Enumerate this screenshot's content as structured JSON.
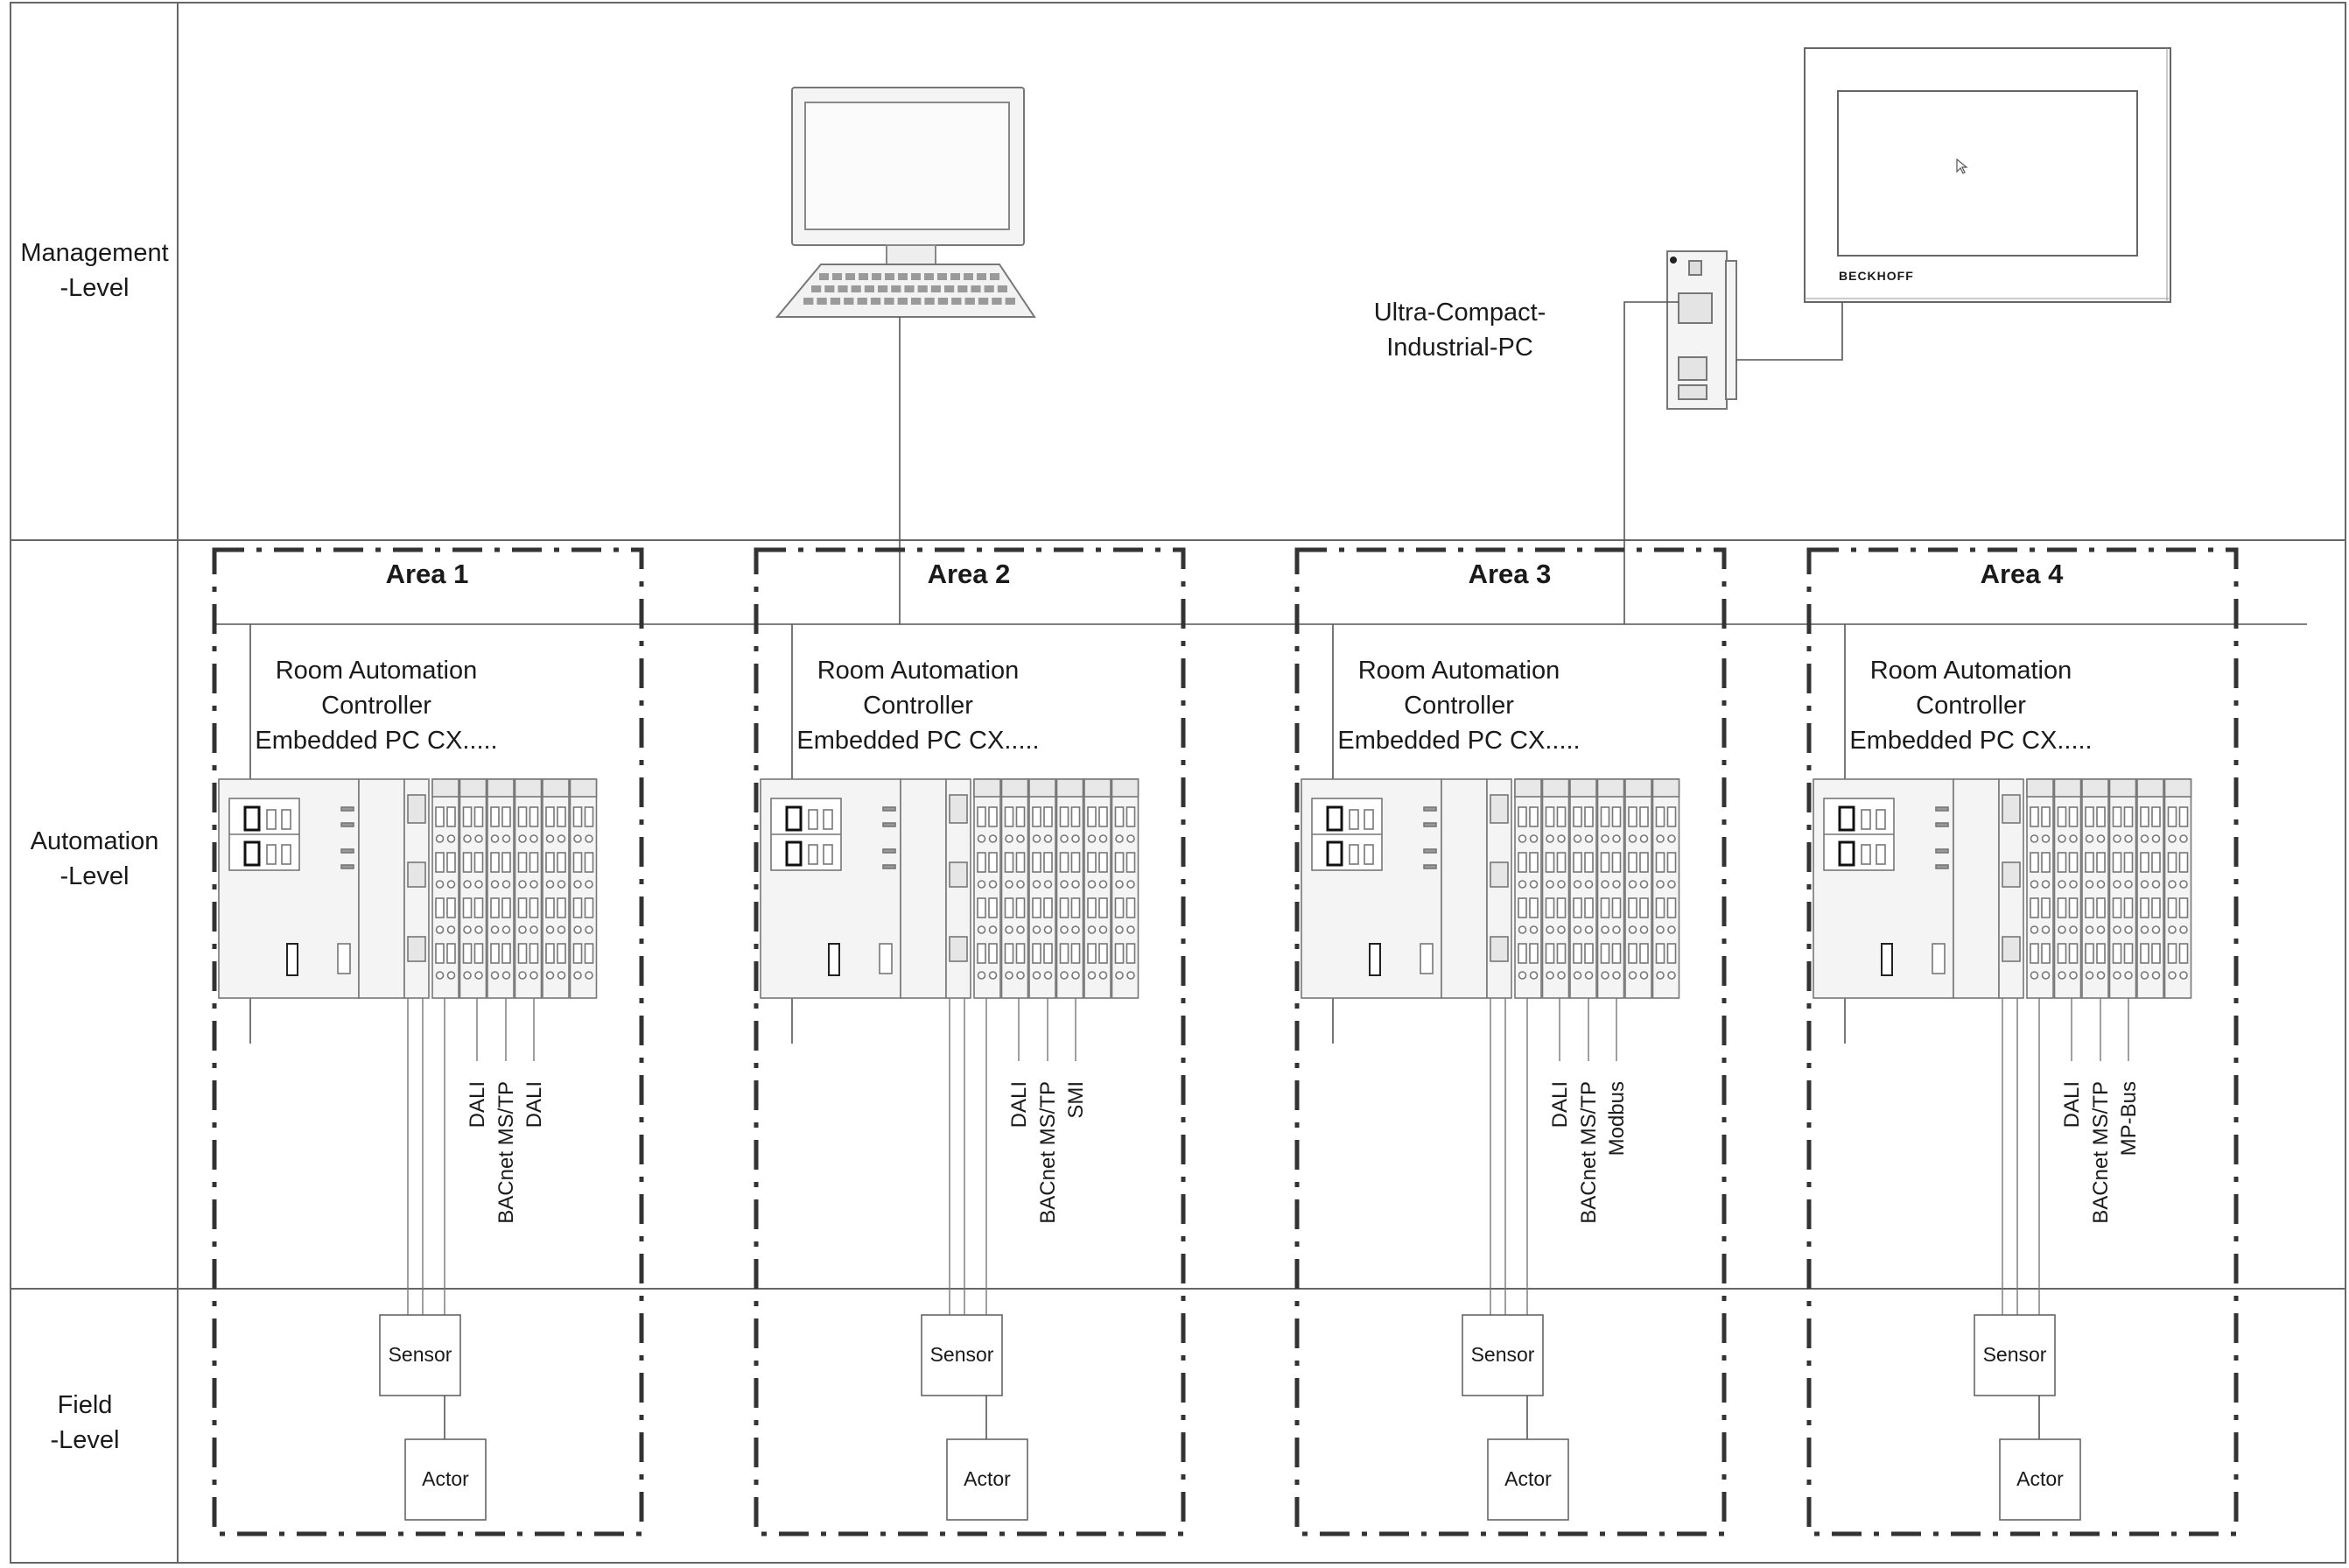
{
  "levels": [
    {
      "line1": "Management",
      "line2": "-Level"
    },
    {
      "line1": "Automation",
      "line2": "-Level"
    },
    {
      "line1": "Field",
      "line2": "-Level"
    }
  ],
  "upc_label": {
    "line1": "Ultra-Compact-",
    "line2": "Industrial-PC"
  },
  "panel_brand": "BECKHOFF",
  "controller_label": {
    "line1": "Room Automation",
    "line2": "Controller",
    "line3": "Embedded PC CX....."
  },
  "areas": [
    {
      "title": "Area 1",
      "buses": [
        "DALI",
        "BACnet MS/TP",
        "DALI"
      ],
      "sensor": "Sensor",
      "actor": "Actor"
    },
    {
      "title": "Area 2",
      "buses": [
        "DALI",
        "BACnet MS/TP",
        "SMI"
      ],
      "sensor": "Sensor",
      "actor": "Actor"
    },
    {
      "title": "Area 3",
      "buses": [
        "DALI",
        "BACnet MS/TP",
        "Modbus"
      ],
      "sensor": "Sensor",
      "actor": "Actor"
    },
    {
      "title": "Area 4",
      "buses": [
        "DALI",
        "BACnet MS/TP",
        "MP-Bus"
      ],
      "sensor": "Sensor",
      "actor": "Actor"
    }
  ],
  "colors": {
    "line": "#555555",
    "dash": "#333333",
    "device_fill": "#f4f4f4",
    "device_stroke": "#777777"
  }
}
